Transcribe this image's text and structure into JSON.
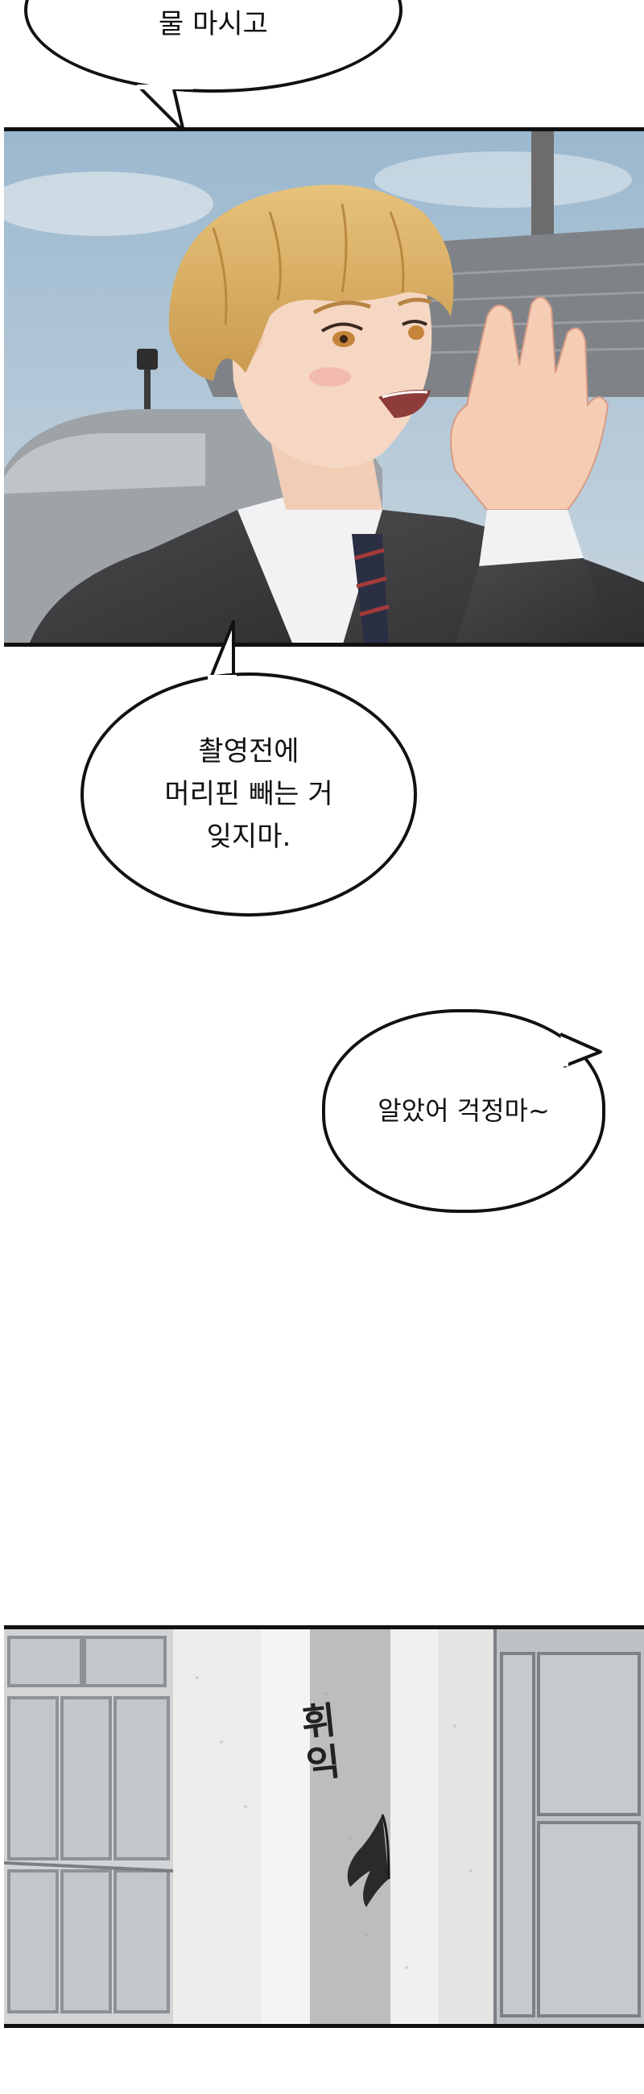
{
  "bubbles": {
    "top": "물 마시고",
    "middle": "촬영전에\n머리핀 빼는 거\n잊지마.",
    "right": "알았어 걱정마~"
  },
  "sfx": {
    "swoosh": "휘익"
  }
}
